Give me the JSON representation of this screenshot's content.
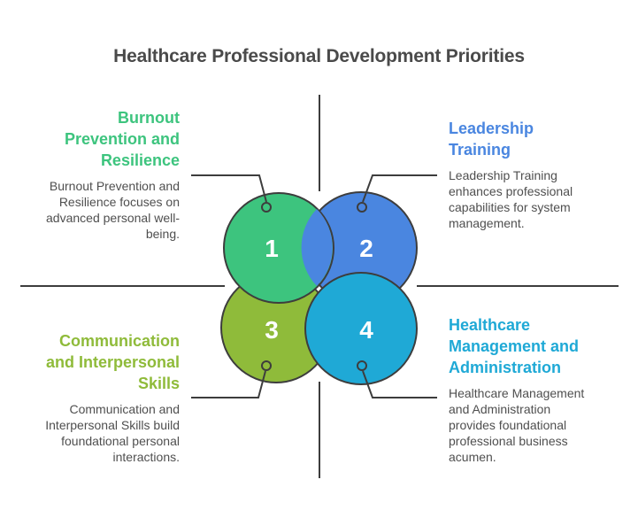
{
  "title": "Healthcare Professional Development Priorities",
  "items": [
    {
      "number": "1",
      "heading": "Burnout Prevention and Resilience",
      "heading_lines": [
        "Burnout",
        "Prevention and",
        "Resilience"
      ],
      "description": "Burnout Prevention and Resilience focuses on advanced personal well-being.",
      "color": "#3dc47e"
    },
    {
      "number": "2",
      "heading": "Leadership Training",
      "heading_lines": [
        "Leadership",
        "Training"
      ],
      "description": "Leadership Training enhances professional capabilities for system management.",
      "color": "#4a86e0"
    },
    {
      "number": "3",
      "heading": "Communication and Interpersonal Skills",
      "heading_lines": [
        "Communication",
        "and Interpersonal",
        "Skills"
      ],
      "description": "Communication and Interpersonal Skills build foundational personal interactions.",
      "color": "#8fbb3a"
    },
    {
      "number": "4",
      "heading": "Healthcare Management and Administration",
      "heading_lines": [
        "Healthcare",
        "Management and",
        "Administration"
      ],
      "description": "Healthcare Management and Administration provides foundational professional business acumen.",
      "color": "#1fa9d6"
    }
  ],
  "colors": {
    "line": "#3d3d3d",
    "title": "#4a4a4a",
    "text": "#4f4f4f"
  }
}
